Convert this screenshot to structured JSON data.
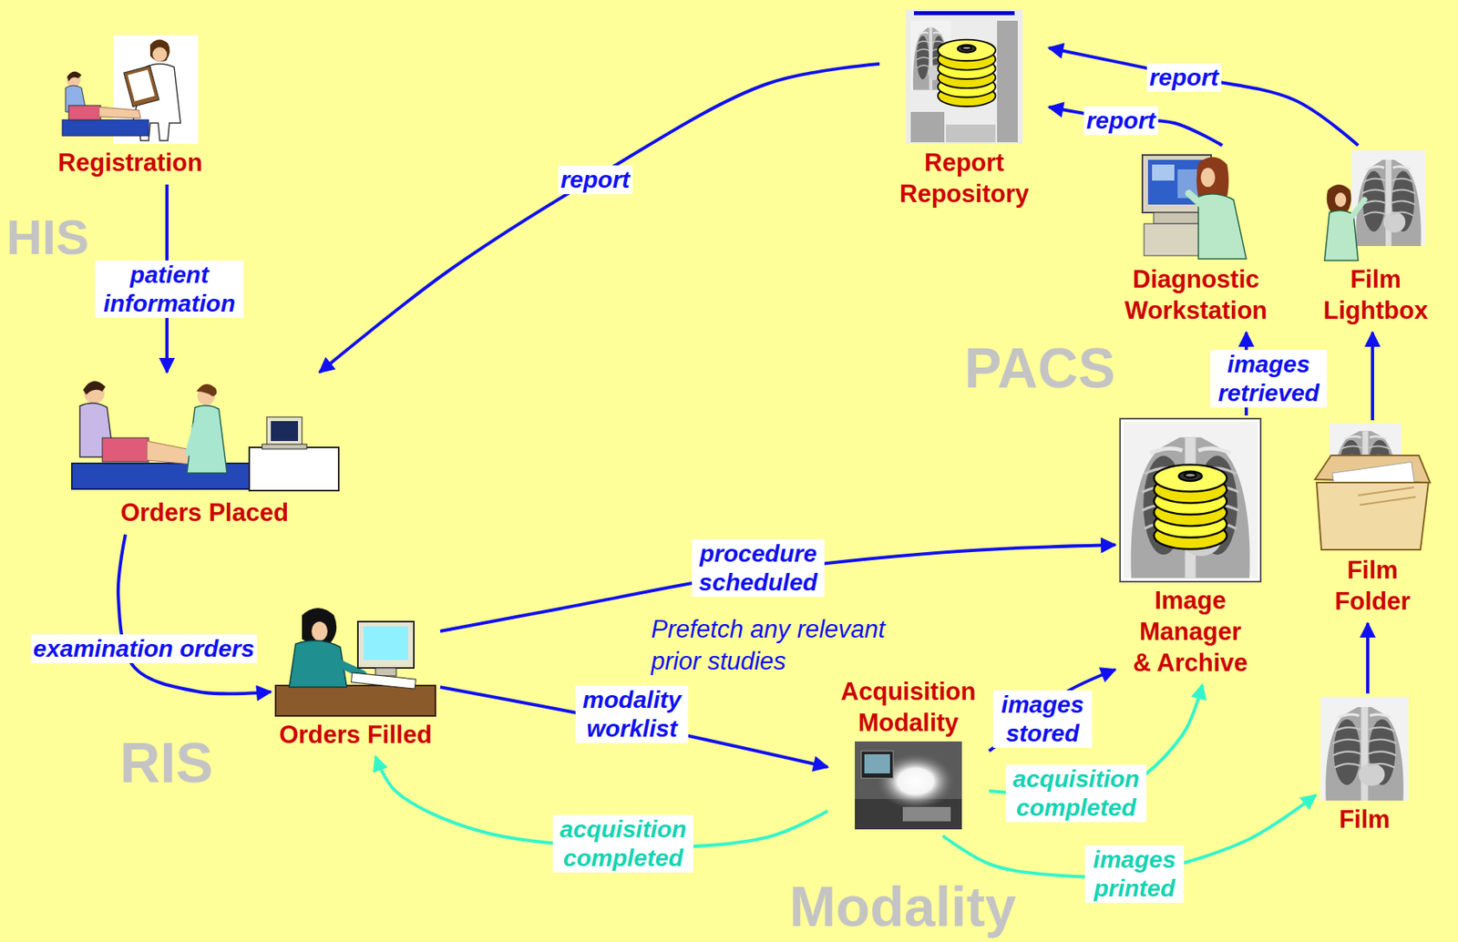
{
  "diagram": {
    "nodes": [
      {
        "text": [
          "Registration"
        ]
      },
      {
        "text": [
          "Report Repository"
        ]
      },
      {
        "text": [
          "Diagnostic Workstation"
        ]
      },
      {
        "text": [
          "Film Lightbox"
        ]
      },
      {
        "text": [
          "Orders Placed"
        ]
      },
      {
        "text": [
          "Image Manager & Archive"
        ]
      },
      {
        "text": [
          "Film Folder"
        ]
      },
      {
        "text": [
          "Orders Filled"
        ]
      },
      {
        "text": [
          "Acquisition Modality"
        ]
      },
      {
        "text": [
          "Film"
        ]
      }
    ],
    "edges": [
      {
        "from": 0,
        "to": 4,
        "label": "patient information",
        "arrow": "to"
      },
      {
        "from": 4,
        "to": 7,
        "label": "examination orders",
        "arrow": "to"
      },
      {
        "from": 7,
        "to": 5,
        "label": "procedure scheduled",
        "arrow": "to"
      },
      {
        "from": 7,
        "to": 8,
        "label": "modality worklist",
        "arrow": "to"
      },
      {
        "from": 8,
        "to": 5,
        "label": "images stored",
        "arrow": "to"
      },
      {
        "from": 8,
        "to": 5,
        "label": "acquisition completed",
        "arrow": "to"
      },
      {
        "from": 8,
        "to": 7,
        "label": "acquisition completed",
        "arrow": "to"
      },
      {
        "from": 8,
        "to": 9,
        "label": "images printed",
        "arrow": "to"
      },
      {
        "from": 9,
        "to": 6,
        "arrow": "to"
      },
      {
        "from": 6,
        "to": 3,
        "arrow": "to"
      },
      {
        "from": 5,
        "to": 2,
        "label": "images retrieved",
        "arrow": "to"
      },
      {
        "from": 2,
        "to": 1,
        "label": "report",
        "arrow": "to"
      },
      {
        "from": 3,
        "to": 1,
        "label": "report",
        "arrow": "to"
      },
      {
        "from": 1,
        "to": 4,
        "label": "report",
        "arrow": "to"
      }
    ],
    "labels": [
      "HIS",
      "PACS",
      "Prefetch any relevant prior studies",
      "RIS",
      "Modality"
    ]
  }
}
